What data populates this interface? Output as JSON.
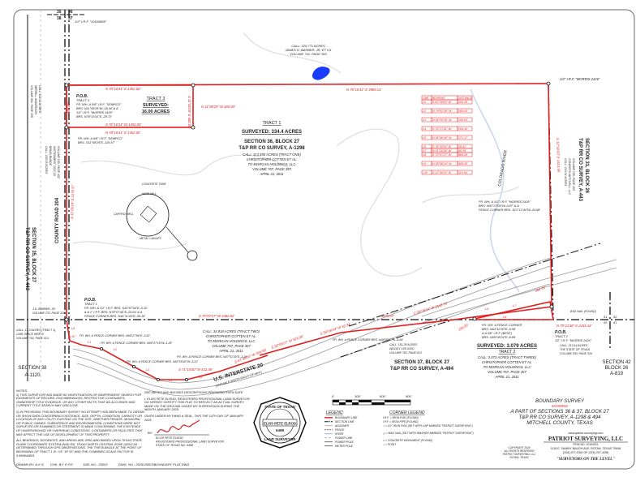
{
  "colors": {
    "boundary": "#e02020",
    "section_line": "#111111",
    "pond": "#1a3cff",
    "text": "#222222",
    "stamp": "#d42020"
  },
  "top_corner": {
    "tl": "35",
    "tr": "36",
    "bl": "38",
    "br": "37"
  },
  "top_pin": "1/2\" I.R.F. \"10184585\"",
  "north_call": [
    "CALL: 325.771 ACRES",
    "JAMES D. BARBER, JR. ET UX",
    "VOLUME 741, PAGE 393"
  ],
  "calls": {
    "top_line": "N 78°16'41\" E  3969.14'",
    "top_right_pin": "1/2\" I.R.F. \"MORRIS 2426\"",
    "tract3_top": "N 78°16'41\" E  1452.00'",
    "tract3_bottom": "S 78°16'41\" W  1452.00'",
    "tract3_bottom2": "N 78°16'41\" E  1452.00'",
    "tract3_left": "480.00'",
    "tract3_right": "S 11°08'29\" E  480.00'",
    "tract3_east": "N 11°08'29\" W  480.00'",
    "left_line": "S 11°08'24\" E  1178.37'",
    "right_line": "S 12°50'03\" E  1613.66'",
    "section_line": "S 79°07'27\" W  3462.82'",
    "section_line2": "1173.97'",
    "i20_a": "S 58°08'24\" W  92.34'",
    "i20_b": "S 58°08'24\" W  2142.70'",
    "i20_c": "S 58°08'27\" W  324.96'",
    "i20_d": "S 71°16'00\" W  432.48'",
    "i20_e": "S 67°36'10\" W  304.58'",
    "seg_186": "186.85'",
    "seg_364": "364.72'",
    "bottom_right": "N 79°21'38\" E  2155.43'"
  },
  "tract1": {
    "title": "TRACT 1",
    "surveyed": "SURVEYED: 334.4 ACRES",
    "section": "SECTION 36, BLOCK 27",
    "survey": "T&P RR CO SURVEY, A-1298",
    "call": [
      "CALL: 313.493 ACRES (TRACT ONE)",
      "CHRISTOPHER COTTEN ET AL.",
      "TO MORGAN HOLDINGS, LLC",
      "VOLUME 767, PAGE 357",
      "APRIL 21, 2011"
    ]
  },
  "tract3": {
    "title": "TRACT 3",
    "surveyed": "SURVEYED:",
    "acres": "16.00 ACRES"
  },
  "tract2": {
    "surveyed": "SURVEYED: 3.079 ACRES",
    "title": "TRACT 2",
    "call": [
      "CALL: 3.073 ACRES (TRACT THREE)",
      "CHRISTOPHER COTTEN ET AL.",
      "TO MORGAN HOLDINGS, LLC",
      "VOLUME 767, PAGE 357",
      "APRIL 21, 2011"
    ]
  },
  "tract_two_call": [
    "CALL: 34.918 ACRES (TRACT TWO)",
    "CHRISTOPHER COTTEN ET AL.",
    "TO MORGAN HOLDINGS, LLC",
    "VOLUME 767, PAGE 357",
    "APRIL 21, 2011"
  ],
  "pob_tract3": [
    "P.O.B.",
    "TRACT 3",
    "FR. WH. A 5/8\" I.R.F. \"SEMPCO\"",
    "BRS. N11°08'29\"W–18.46' & A",
    "1/2\" I.R.F. \"MORRIS 2426\"",
    "BRS. N78°16'41\"E–29.72'"
  ],
  "pin_tract3": [
    "FR. WH. A 5/8\" I.R.F. \"SEMPCO\"",
    "BRS. S11°08'29\"E–129.57'"
  ],
  "pob_tract1": [
    "P.O.B.",
    "TRACT 1",
    "FR. WH. A 1/2\" I.R.F. BRS. S43°57'54\"E–0.32'",
    "& A 1\" I.P.F. BRS. N78°07'46\"E–29.64' & A",
    "FENCE CORNER BRS. N46°11'46\"E–30.18'"
  ],
  "pob_tract2": [
    "P.O.B.",
    "TRACT 2",
    "1/2\" I.R.F. \"MORRIS 2426\""
  ],
  "fence_notes": [
    "FR. WH. A FENCE CORNER BRS. N69°27'56\"E–3.63'",
    "FR. WH. A FENCE CORNER BRS. N69°27'16\"W–1.28'",
    "FR. WH. A FENCE CORNER BRS. S65°05'40\"W–3.22'",
    "FR. WH. A FENCE CORNER BRS. N47°51'30\"E–3.26'",
    "FR. WH. A FENCE CORNER BRS. N46°52'52\"E–4.64'"
  ],
  "tract2_pin": [
    "FR. WH. A FENCE CORNER",
    "BRS. N64°42'30\"E–9.58'",
    "& A 5/8\" I.R.F. (BENT)",
    "BRS. N59°08'24\"E–8.89'"
  ],
  "east_pin": [
    "FR. WH. A 1/2\" I.R.F. \"MORRIS 2426\"",
    "BRS. N02°27'05\"W–0.87' & A",
    "FENCE CORNER BRS. S21°12'44\"W–24.98'"
  ],
  "well": [
    "CONCRETE TANK",
    "WIND MILL",
    "CAPPED WELL",
    "METAL CANOPY"
  ],
  "roads": {
    "county": "COUNTY ROAD 204",
    "interstate": "U.S. INTERSTATE 20",
    "interstate_sub": "(VARIABLE WIDTH RIGHT-OF-WAY)",
    "river": "COLORADO RIVER"
  },
  "sections": {
    "s35": [
      "SECTION 35, BLOCK 27",
      "T&P RR CO SURVEY, A-443"
    ],
    "s31": [
      "SECTION 31, BLOCK 26",
      "T&P RR CO SURVEY, A-443"
    ],
    "s37": [
      "SECTION 37, BLOCK 27",
      "T&P RR CO SURVEY, A-494"
    ],
    "s38": [
      "SECTION 38",
      "A-1120"
    ],
    "s42": [
      "SECTION 42",
      "BLOCK 26",
      "A-819"
    ]
  },
  "adjoiner_calls": {
    "left_top": [
      "CALL: 211.44 ACRES",
      "MERRILL ANDERSON",
      "VOLUME 354, PAGE 159"
    ],
    "left_mid": [
      "CALL: 235.05 ACRES",
      "BRIAN BUNDE",
      "INSTRUMENT 2022-00",
      "VOLUME 183, PAGE 432"
    ],
    "left_bottom": [
      "CALL: 17.3 ACRES (TRACT 1)",
      "CARL BRICE WEB III",
      "VOLUME 752, PAGE 613"
    ],
    "jd": [
      "J.D. BARBER, JR.",
      "VOLUME 270, PAGE 325"
    ],
    "s37": [
      "CALL: 151.28 ACRES",
      "WOODY LEE KIDD",
      "VOLUME 783, PAGE 613"
    ],
    "s31": [
      "CALL: 213.04 ACRES",
      "COWORTH MITCHELL, LLC",
      "VOLUME 728, PAGE 153"
    ],
    "s42": [
      "CALL: 213.14 ACRES",
      "THE STATE OF TEXAS",
      "VOLUME 530, PAGE 326"
    ]
  },
  "bsd_nail": "BSD NAIL (FOUND)",
  "corner_br": {
    "tl": "31",
    "tr": "32",
    "bl": "42",
    "br": "41"
  },
  "line_table": {
    "headers": [
      "LINE",
      "BEARING",
      "DISTANCE"
    ],
    "rows": [
      [
        "L1",
        "S 81°09'00\" W",
        "293.39'"
      ],
      [
        "L2",
        "N 79°52'36\" W",
        "365.63'"
      ],
      [
        "L3",
        "N 69°35'39\" W",
        "105.53'"
      ],
      [
        "L4",
        "S 78°27'41\" W",
        "264.43'"
      ],
      [
        "L5",
        "N 56°46'44\" W",
        "171.17'"
      ],
      [
        "L6",
        "S 76°30'53\" W",
        "28.41'"
      ],
      [
        "L7",
        "N 11°24'06\" W",
        "46.16'"
      ],
      [
        "L8",
        "S 79°07'27\" W",
        "884.18'"
      ],
      [
        "L9",
        "N 58°58'24\" W",
        "908.25'"
      ],
      [
        "L10",
        "S 12°50'03\" W",
        "110.54'"
      ]
    ]
  },
  "line_labels": [
    "L1",
    "L2",
    "L3",
    "L4",
    "L5",
    "L6",
    "L7",
    "L8",
    "L9",
    "L10"
  ],
  "notes": {
    "title": "NOTES:",
    "n1": "1) THIS SURVEYOR HAS MADE NO INVESTIGATION OR INDEPENDENT SEARCH FOR EASEMENTS OF RECORD, ENCUMBRANCES, RESTRICTIVE COVENANTS, OWNERSHIP TITLE EVIDENCE, OR ANY OTHER FACTS THAT AN ACCURATE AND CURRENT TITLE SEARCH MAY DISCLOSE.",
    "n2": "2) IN PROVIDING THIS BOUNDARY SURVEY NO ATTEMPT HAS BEEN MADE TO OBTAIN OR SHOW DATA CONCERNING EXISTENCE, SIZE, DEPTH, CONDITION, CAPACITY OR LOCATION OF ANY UTILITY EXISTING ON THE SITE, WHETHER PRIVATE, MUNICIPAL OR PUBLIC OWNED. SUBSURFACE AND ENVIRONMENTAL CONDITIONS WERE NOT SURVEYED OR EXAMINED OR STATEMENT IS MADE CONCERNING THE EXISTENCE OF UNDERGROUND OR OVERHEAD CONDITIONS, CONTAINERS OR FACILITIES THAT MAY AFFECT THE USE OF DEVELOPMENT OF THIS PROPERTY.",
    "n3": "ALL BEARINGS, DISTANCES, AND AREAS ARE GRID AND BASED UPON TEXAS STATE PLANE COORDINATE SYSTEM (NAD 83), TEXAS NORTH CENTRAL ZONE (4202) AS DETERMINED THROUGH GPS OBSERVATIONS. THE THETA ANGLE AT THE POINT OF BEGINNING OF TRACT 1 IS −01° 18' 53\" AND THE COMBINED SCALE FACTOR IS 0.999844803."
  },
  "footer": {
    "drawn": "DRAWN BY: A.K.S.",
    "chk": "CHK. BY: E.P.E.",
    "job": "JOB. NO.: 25003",
    "dwg": "DWG. NO.: 2025\\25003\\BOUNDARY PLAT.DWG"
  },
  "cert": {
    "see": "SEE METES AND BOUNDS DESCRIPTIONS PREPARED EVEN DATE",
    "text": "I, ELVIS PETE ELROD, REGISTERED PROFESSIONAL LAND SURVEYOR, DO HEREBY CERTIFY THIS PLAT TO REFLECT AN ACTUAL SURVEY MADE ON THE GROUND UNDER MY SUPERVISION DURING THE MONTH JANUARY 2025.",
    "given": "GIVEN UNDER MY HAND & SEAL, THIS THE 14TH DAY OF JANUARY 2025.",
    "by": "BY:",
    "name": "ELVIS PETE ELROD",
    "title": "REGISTERED PROFESSIONAL LAND SURVEYOR",
    "state": "STATE OF TEXAS NO. 6498",
    "signature": "Elvis Pete Elrod"
  },
  "seal": {
    "top": "STATE OF TEXAS",
    "name": "ELVIS PETE ELROD",
    "number": "6498",
    "bottom": "LAND SURVEYOR"
  },
  "scale": {
    "ticks": [
      "0'",
      "300'",
      "600'",
      "900'"
    ]
  },
  "legend": {
    "title": "LEGEND",
    "items": [
      "BOUNDARY LINE",
      "SECTION LINE",
      "ADJOINER",
      "FENCE",
      "RIVER",
      "POWER LINE",
      "POWER POLE",
      "METER POLE"
    ]
  },
  "corner_legend": {
    "title": "CORNER LEGEND",
    "items": [
      "I.R.F. = IRON ROD (FOUND)",
      "I.P.F. = IRON PIPE (FOUND)",
      "○ = 1/2\" IRON ROD (SET WITH CAP MARKED \"PATRIOT SURVEYING\")",
      "△ = MAG NAIL (SET WITH WASHER MARKED \"PATRIOT SURVEYING\")",
      "□ = CONCRETE MONUMENT (FOUND)",
      "○ = POINT"
    ]
  },
  "title_block": {
    "line1": "BOUNDARY SURVEY",
    "line2": "SHOWING",
    "line3": "A PART OF SECTIONS 36 & 37, BLOCK 27",
    "line4": "T&P RR CO SURVEY, A-1298 & 494",
    "line5": "MITCHELL COUNTY, TEXAS"
  },
  "company": {
    "web": "www.patriot-surveying.com",
    "name": "PATRIOT SURVEYING, LLC",
    "firm": "FIRM NO. 10194021",
    "address": "1118 E. SAMMY BAUGH AVE. ROTAN, TEXAS 79546",
    "phone": "(325) 207-4350   OF   (325) 207-4256",
    "slogan": "\"SURVEYORS ON THE LEVEL\"",
    "copyright": [
      "COPYRIGHT 2025",
      "ALL RIGHTS RESERVED",
      "PATRIOT SURVEYING, LLC",
      "ROTAN, TEXAS"
    ]
  }
}
